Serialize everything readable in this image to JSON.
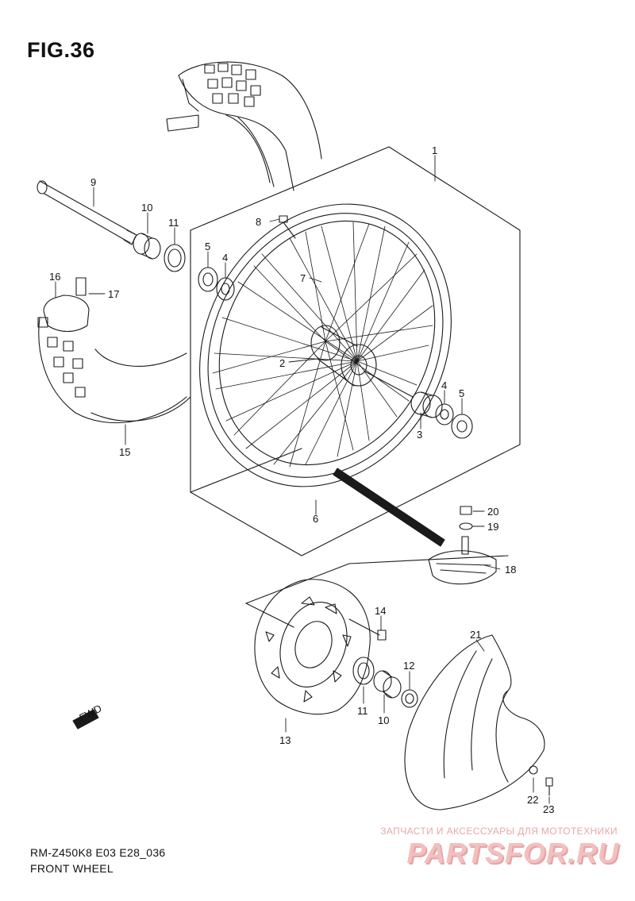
{
  "figure": {
    "title": "FIG.36",
    "model_code": "RM-Z450K8 E03 E28_036",
    "caption": "FRONT WHEEL"
  },
  "callouts": {
    "c1": "1",
    "c2": "2",
    "c3": "3",
    "c4a": "4",
    "c4b": "4",
    "c5a": "5",
    "c5b": "5",
    "c6": "6",
    "c7": "7",
    "c8": "8",
    "c9": "9",
    "c10a": "10",
    "c10b": "10",
    "c11a": "11",
    "c11b": "11",
    "c12": "12",
    "c13": "13",
    "c14": "14",
    "c15": "15",
    "c16": "16",
    "c17": "17",
    "c18": "18",
    "c19": "19",
    "c20": "20",
    "c21": "21",
    "c22": "22",
    "c23": "23"
  },
  "fwd_label": "FWD",
  "watermark": {
    "tagline": "ЗАПЧАСТИ И АКСЕССУАРЫ ДЛЯ МОТОТЕХНИКИ",
    "brand": "PARTSFOR.RU"
  },
  "colors": {
    "line": "#1a1a1a",
    "watermark": "#e9a3a3"
  }
}
